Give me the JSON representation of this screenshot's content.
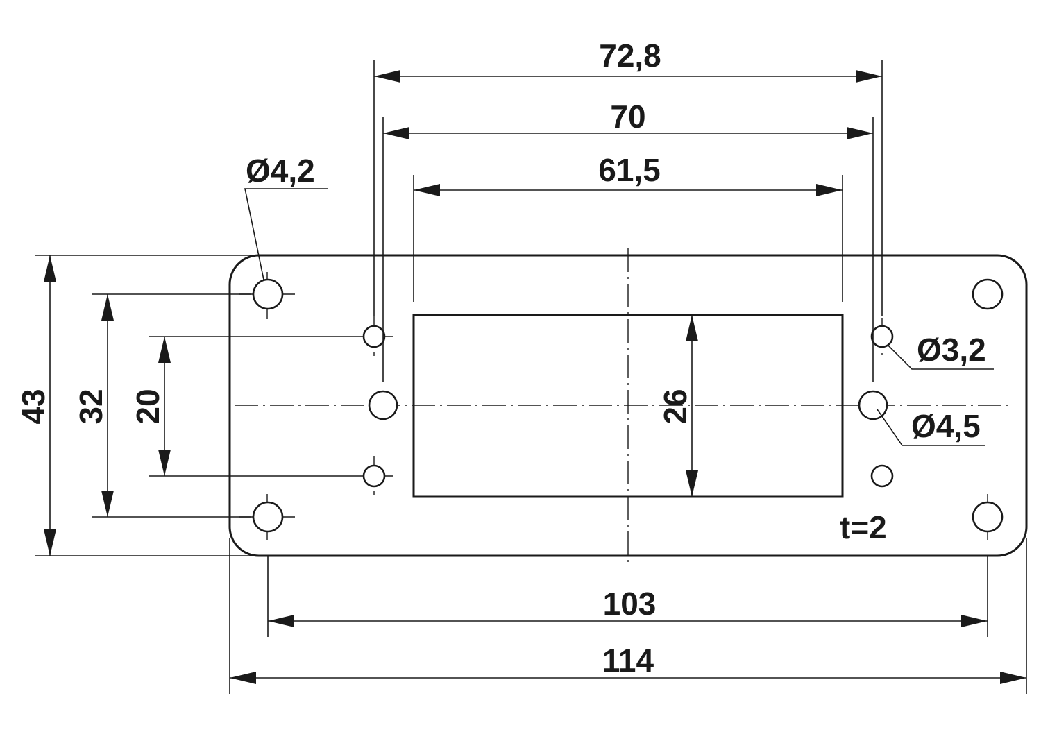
{
  "dimensions": {
    "overall_width": "114",
    "hole_spacing_width": "103",
    "pin_spacing_outer": "72,8",
    "pin_spacing_inner": "70",
    "cutout_width": "61,5",
    "overall_height": "43",
    "hole_spacing_height": "32",
    "pin_spacing_height": "20",
    "cutout_height": "26"
  },
  "callouts": {
    "corner_hole_dia": "Ø4,2",
    "small_hole_dia": "Ø3,2",
    "mid_hole_dia": "Ø4,5",
    "thickness": "t=2"
  }
}
